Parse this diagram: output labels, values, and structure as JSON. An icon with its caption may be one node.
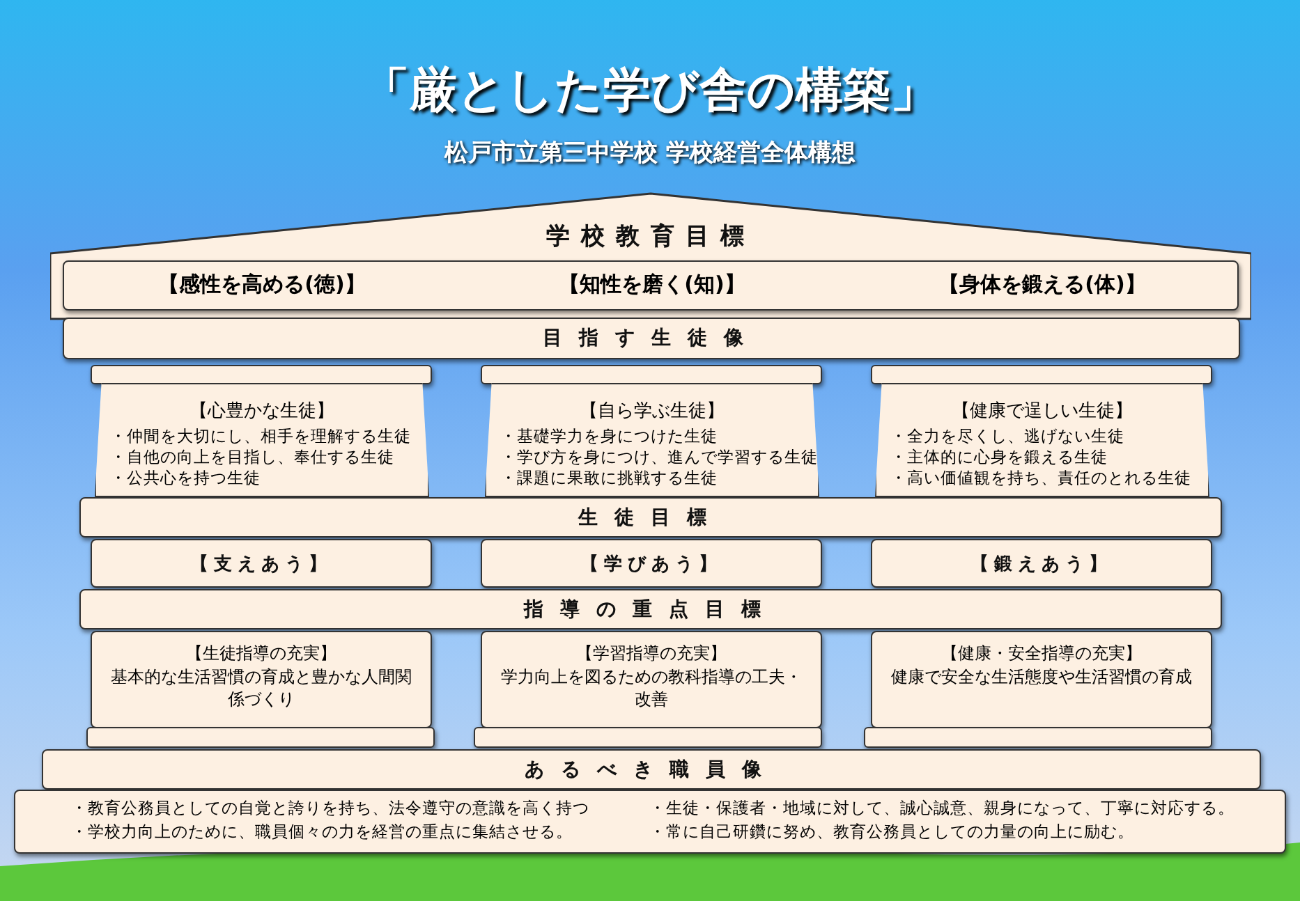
{
  "diagram": {
    "title": "「厳とした学び舎の構築」",
    "nodes": [
      {
        "text": [
          "学校教育目標"
        ]
      },
      {
        "text": [
          "【感性を高める(徳)】",
          "【知性を磨く(知)】",
          "【身体を鍛える(体)】"
        ],
        "in": 0
      },
      {
        "text": [
          "目指す生徒像"
        ]
      },
      {
        "text": [],
        "shape": "box"
      },
      {
        "text": [],
        "shape": "box"
      },
      {
        "text": [],
        "shape": "box"
      },
      {
        "text": [
          "【心豊かな生徒】",
          "・仲間を大切にし、相手を理解する生徒",
          "・自他の向上を目指し、奉仕する生徒",
          "・公共心を持つ生徒"
        ]
      },
      {
        "text": [
          "【自ら学ぶ生徒】",
          "・基礎学力を身につけた生徒",
          "・学び方を身につけ、進んで学習する生徒",
          "・課題に果敢に挑戦する生徒"
        ]
      },
      {
        "text": [
          "【健康で逞しい生徒】",
          "・全力を尽くし、逃げない生徒",
          "・主体的に心身を鍛える生徒",
          "・高い価値観を持ち、責任のとれる生徒"
        ]
      },
      {
        "text": [
          "生徒目標"
        ]
      },
      {
        "text": [
          "【支えあう】"
        ]
      },
      {
        "text": [
          "【学びあう】"
        ]
      },
      {
        "text": [
          "【鍛えあう】"
        ]
      },
      {
        "text": [
          "指導の重点目標"
        ]
      },
      {
        "text": [
          "【生徒指導の充実】",
          "基本的な生活習慣の育成と豊かな人間関係づくり"
        ]
      },
      {
        "text": [
          "【学習指導の充実】",
          "学力向上を図るための教科指導の工夫・改善"
        ]
      },
      {
        "text": [
          "【健康・安全指導の充実】",
          "健康で安全な生活態度や生活習慣の育成"
        ]
      },
      {
        "text": [],
        "shape": "box"
      },
      {
        "text": [],
        "shape": "box"
      },
      {
        "text": [],
        "shape": "box"
      },
      {
        "text": [
          "あるべき職員像"
        ]
      },
      {
        "text": [
          "・教育公務員としての自覚と誇りを持ち、法令遵守の意識を高く持つ",
          "・学校力向上のために、職員個々の力を経営の重点に集結させる。",
          "・生徒・保護者・地域に対して、誠心誠意、親身になって、丁寧に対応する。",
          "・常に自己研鑽に努め、教育公務員としての力量の向上に励む。"
        ]
      }
    ],
    "labels": [
      "松戸市立第三中学校 学校経営全体構想"
    ]
  }
}
